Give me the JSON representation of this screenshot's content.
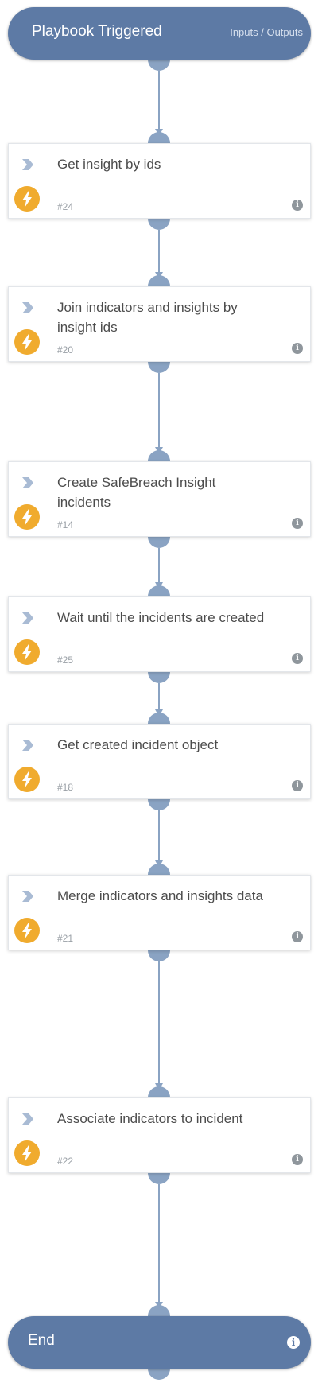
{
  "start": {
    "title": "Playbook Triggered",
    "io_label": "Inputs / Outputs"
  },
  "tasks": [
    {
      "title": "Get insight by ids",
      "id": "#24"
    },
    {
      "title": "Join indicators and insights by insight ids",
      "id": "#20"
    },
    {
      "title": "Create SafeBreach Insight incidents",
      "id": "#14"
    },
    {
      "title": "Wait until the incidents are created",
      "id": "#25"
    },
    {
      "title": "Get created incident object",
      "id": "#18"
    },
    {
      "title": "Merge indicators and insights data",
      "id": "#21"
    },
    {
      "title": "Associate indicators to incident",
      "id": "#22"
    }
  ],
  "end": {
    "title": "End",
    "info_glyph": "i"
  },
  "icons": {
    "task_type": "chevron-right-icon",
    "automation": "lightning-bolt-icon",
    "info": "info-icon"
  },
  "colors": {
    "pill": "#5d7aa5",
    "connector": "#8aa3c3",
    "automation": "#f0ab2e",
    "chevron": "#a9bbd4",
    "info": "#8f969c"
  }
}
